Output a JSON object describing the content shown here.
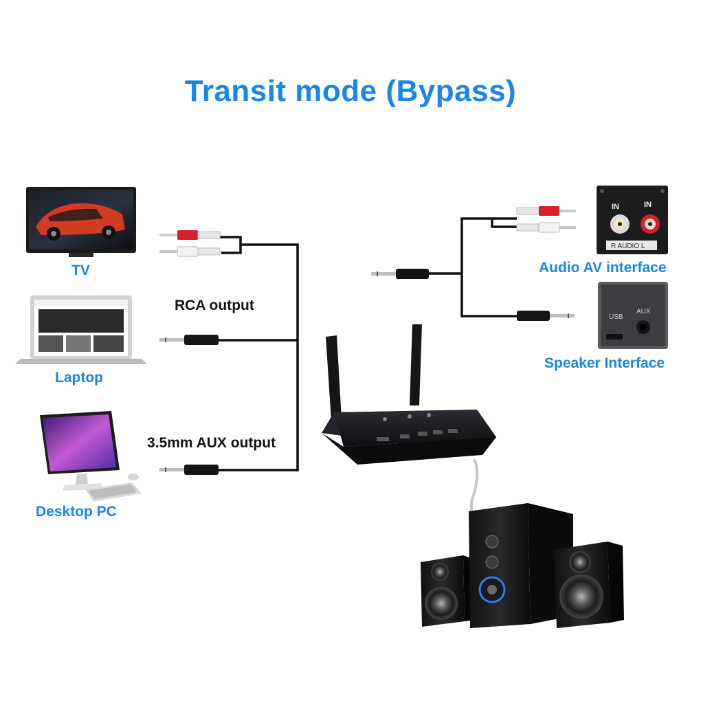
{
  "title": "Transit mode (Bypass)",
  "sources": {
    "tv": "TV",
    "laptop": "Laptop",
    "desktop": "Desktop PC"
  },
  "outputs": {
    "rca": "RCA output",
    "aux": "3.5mm AUX output"
  },
  "targets": {
    "av": "Audio AV interface",
    "speaker": "Speaker Interface"
  },
  "panel_av": {
    "in_left": "IN",
    "in_right": "IN",
    "strip": "R AUDIO L"
  },
  "panel_speaker": {
    "usb": "USB",
    "aux": "AUX"
  },
  "colors": {
    "accent": "#1a86e8",
    "cable": "#111111",
    "rca_red": "#d8202a"
  }
}
